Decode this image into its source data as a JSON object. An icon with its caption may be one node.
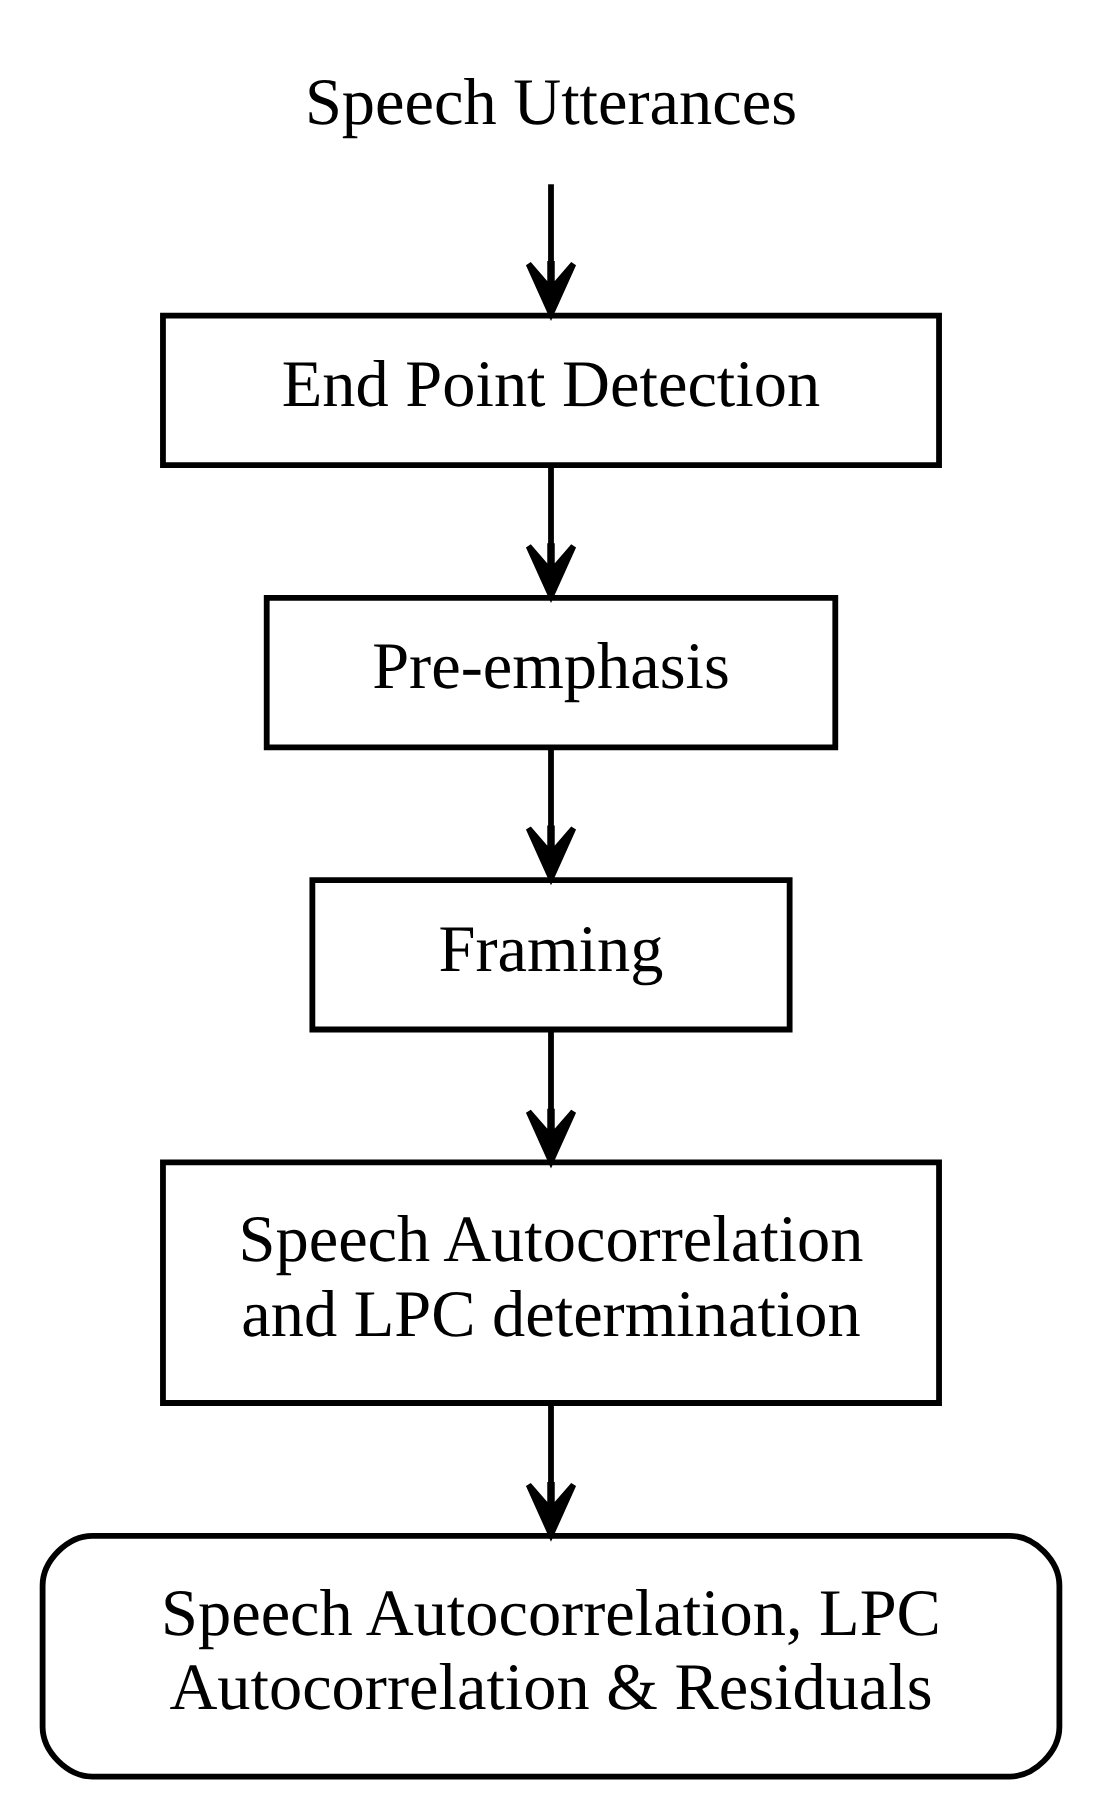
{
  "diagram": {
    "nodes": [
      {
        "text": [
          "Speech Utterances"
        ]
      },
      {
        "text": [
          "End Point Detection"
        ]
      },
      {
        "text": [
          "Pre-emphasis"
        ]
      },
      {
        "text": [
          "Framing"
        ]
      },
      {
        "text": [
          "Speech Autocorrelation and LPC determination"
        ]
      },
      {
        "text": [
          "Speech Autocorrelation, LPC Autocorrelation & Residuals"
        ]
      }
    ],
    "edges": [
      {
        "from": 0,
        "to": 1,
        "arrow": "to"
      },
      {
        "from": 1,
        "to": 2,
        "arrow": "to"
      },
      {
        "from": 2,
        "to": 3,
        "arrow": "to"
      },
      {
        "from": 3,
        "to": 4,
        "arrow": "to"
      },
      {
        "from": 4,
        "to": 5,
        "arrow": "to"
      }
    ]
  }
}
